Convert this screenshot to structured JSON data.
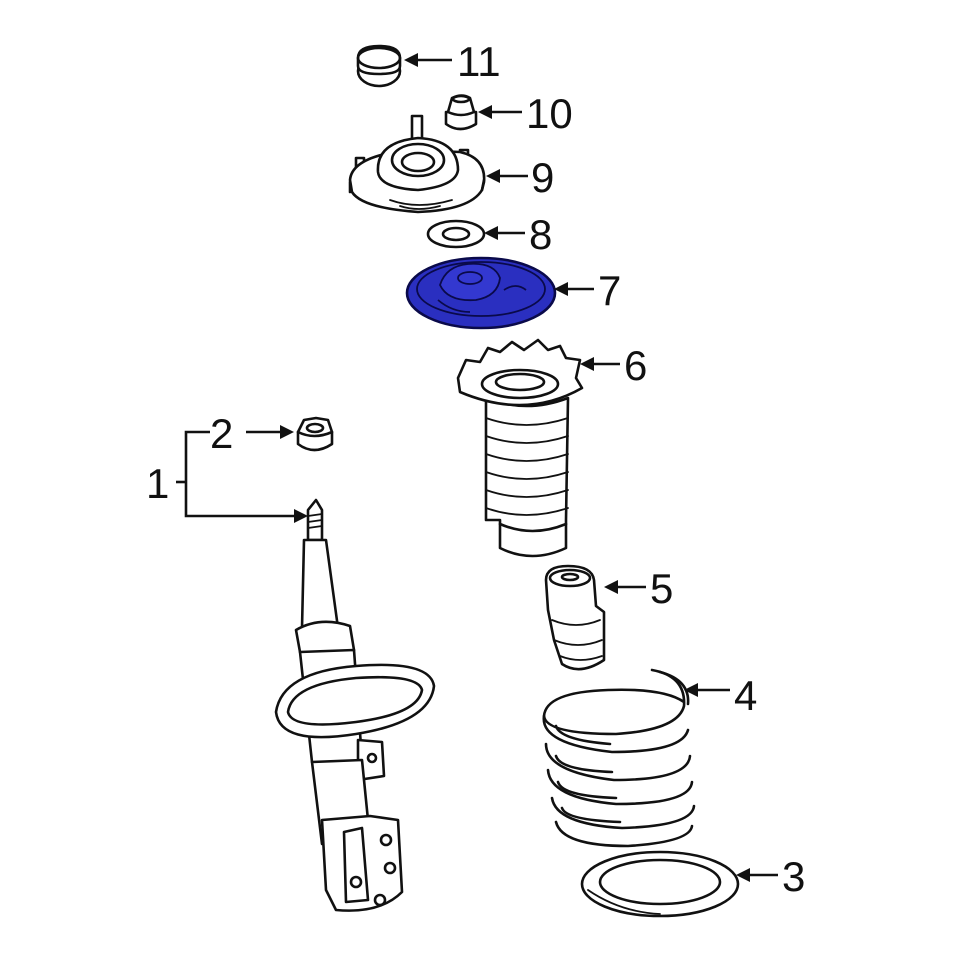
{
  "callouts": [
    {
      "id": "1",
      "label": "1"
    },
    {
      "id": "2",
      "label": "2"
    },
    {
      "id": "3",
      "label": "3"
    },
    {
      "id": "4",
      "label": "4"
    },
    {
      "id": "5",
      "label": "5"
    },
    {
      "id": "6",
      "label": "6"
    },
    {
      "id": "7",
      "label": "7"
    },
    {
      "id": "8",
      "label": "8"
    },
    {
      "id": "9",
      "label": "9"
    },
    {
      "id": "10",
      "label": "10"
    },
    {
      "id": "11",
      "label": "11"
    }
  ],
  "colors": {
    "line": "#111111",
    "background": "#ffffff",
    "highlight_fill": "#2a2fc0",
    "highlight_stroke": "#0a0a4a"
  },
  "highlighted_part": "7"
}
